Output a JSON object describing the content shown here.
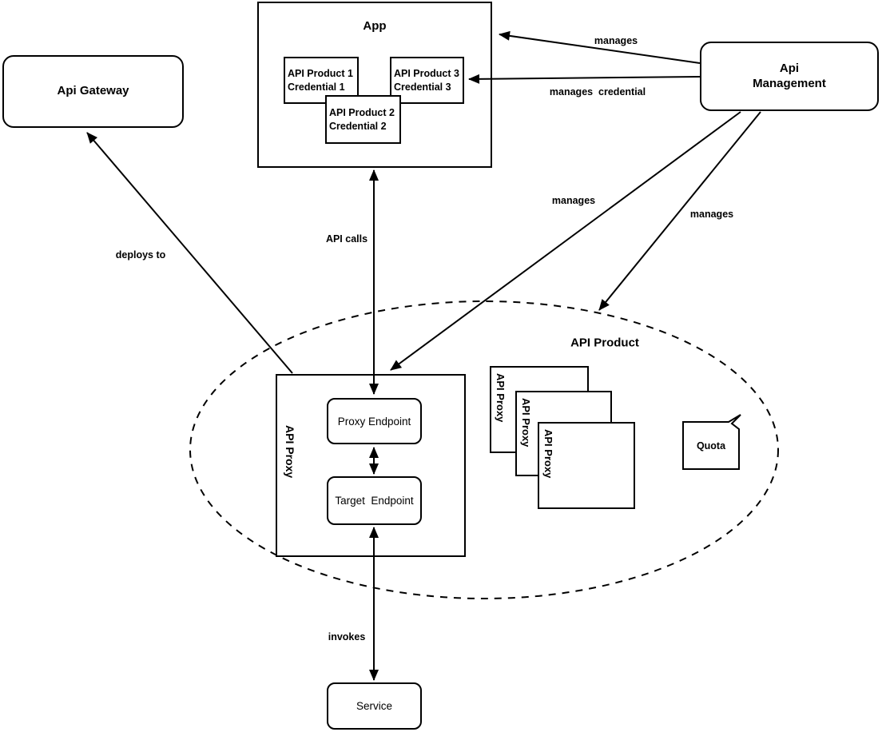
{
  "colors": {
    "stroke": "#000000",
    "background": "#ffffff",
    "text": "#000000"
  },
  "nodes": {
    "api_gateway": {
      "label": "Api Gateway"
    },
    "app": {
      "title": "App"
    },
    "api_management": {
      "line1": "Api",
      "line2": "Management"
    },
    "credentials": [
      {
        "product": "API Product 1",
        "credential": "Credential 1"
      },
      {
        "product": "API Product 2",
        "credential": "Credential 2"
      },
      {
        "product": "API Product 3",
        "credential": "Credential 3"
      }
    ],
    "api_product_group": {
      "label": "API Product"
    },
    "api_proxy_box": {
      "label": "API Proxy"
    },
    "proxy_endpoint": {
      "label": "Proxy Endpoint"
    },
    "target_endpoint": {
      "label": "Target  Endpoint"
    },
    "papers": [
      "API Proxy",
      "API Proxy",
      "API Proxy"
    ],
    "quota": {
      "label": "Quota"
    },
    "service": {
      "label": "Service"
    }
  },
  "edges": {
    "deploys_to": "deploys to",
    "manages_app": "manages",
    "manages_credential": "manages  credential",
    "manages_proxy": "manages",
    "manages_product": "manages",
    "api_calls": "API calls",
    "invokes": "invokes"
  }
}
